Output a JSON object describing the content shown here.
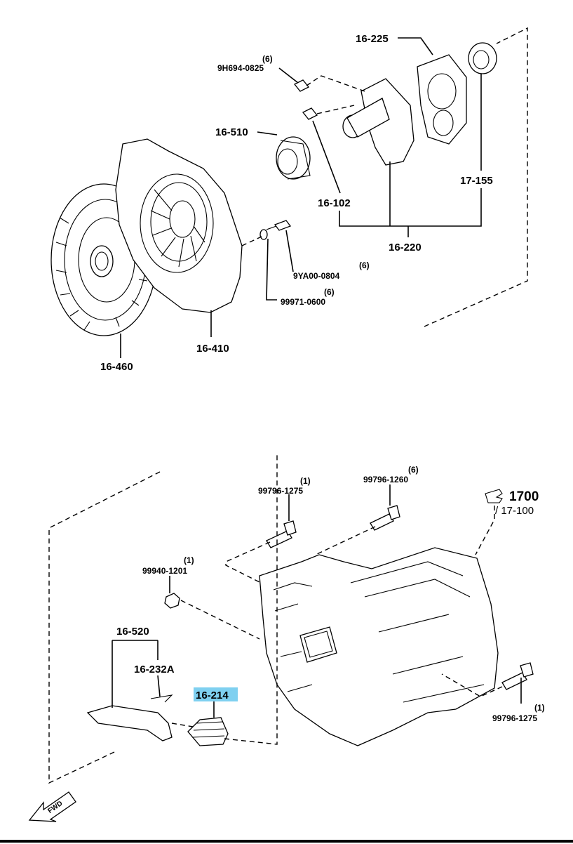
{
  "labels": {
    "p16_225": "16-225",
    "p9h694_qty": "(6)",
    "p9h694": "9H694-0825",
    "p16_510": "16-510",
    "p16_102": "16-102",
    "p17_155": "17-155",
    "p16_220": "16-220",
    "p9ya00_qty": "(6)",
    "p9ya00": "9YA00-0804",
    "p99971_qty": "(6)",
    "p99971": "99971-0600",
    "p16_410": "16-410",
    "p16_460": "16-460",
    "p99796_1275a_qty": "(1)",
    "p99796_1275a": "99796-1275",
    "p99796_1260_qty": "(6)",
    "p99796_1260": "99796-1260",
    "ref_1700": "1700",
    "ref_17_100": "/ 17-100",
    "p99940_qty": "(1)",
    "p99940": "99940-1201",
    "p16_520": "16-520",
    "p16_232a": "16-232A",
    "p16_214": "16-214",
    "p99796_1275b_qty": "(1)",
    "p99796_1275b": "99796-1275",
    "fwd": "FWD"
  },
  "highlight_color": "#7fd0f0"
}
